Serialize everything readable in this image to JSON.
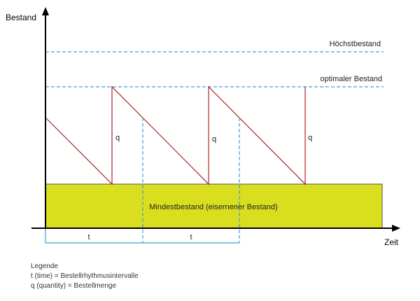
{
  "axes": {
    "y_label": "Bestand",
    "x_label": "Zeit"
  },
  "levels": {
    "max_label": "Höchstbestand",
    "optimal_label": "optimaler Bestand",
    "safety_label": "Mindestbestand (eisernener Bestand)"
  },
  "markers": {
    "q_labels": [
      "q",
      "q",
      "q"
    ],
    "t_labels": [
      "t",
      "t"
    ]
  },
  "legend": {
    "title": "Legende",
    "lines": [
      "t (time) = Bestellrhythmusintervalle",
      "q (quantity) = Bestellmenge"
    ]
  },
  "colors": {
    "axis": "#000000",
    "sawtooth": "#b22222",
    "dashed": "#3aa0d8",
    "safety_fill": "#d9de1f",
    "interval": "#3aa0d8"
  }
}
